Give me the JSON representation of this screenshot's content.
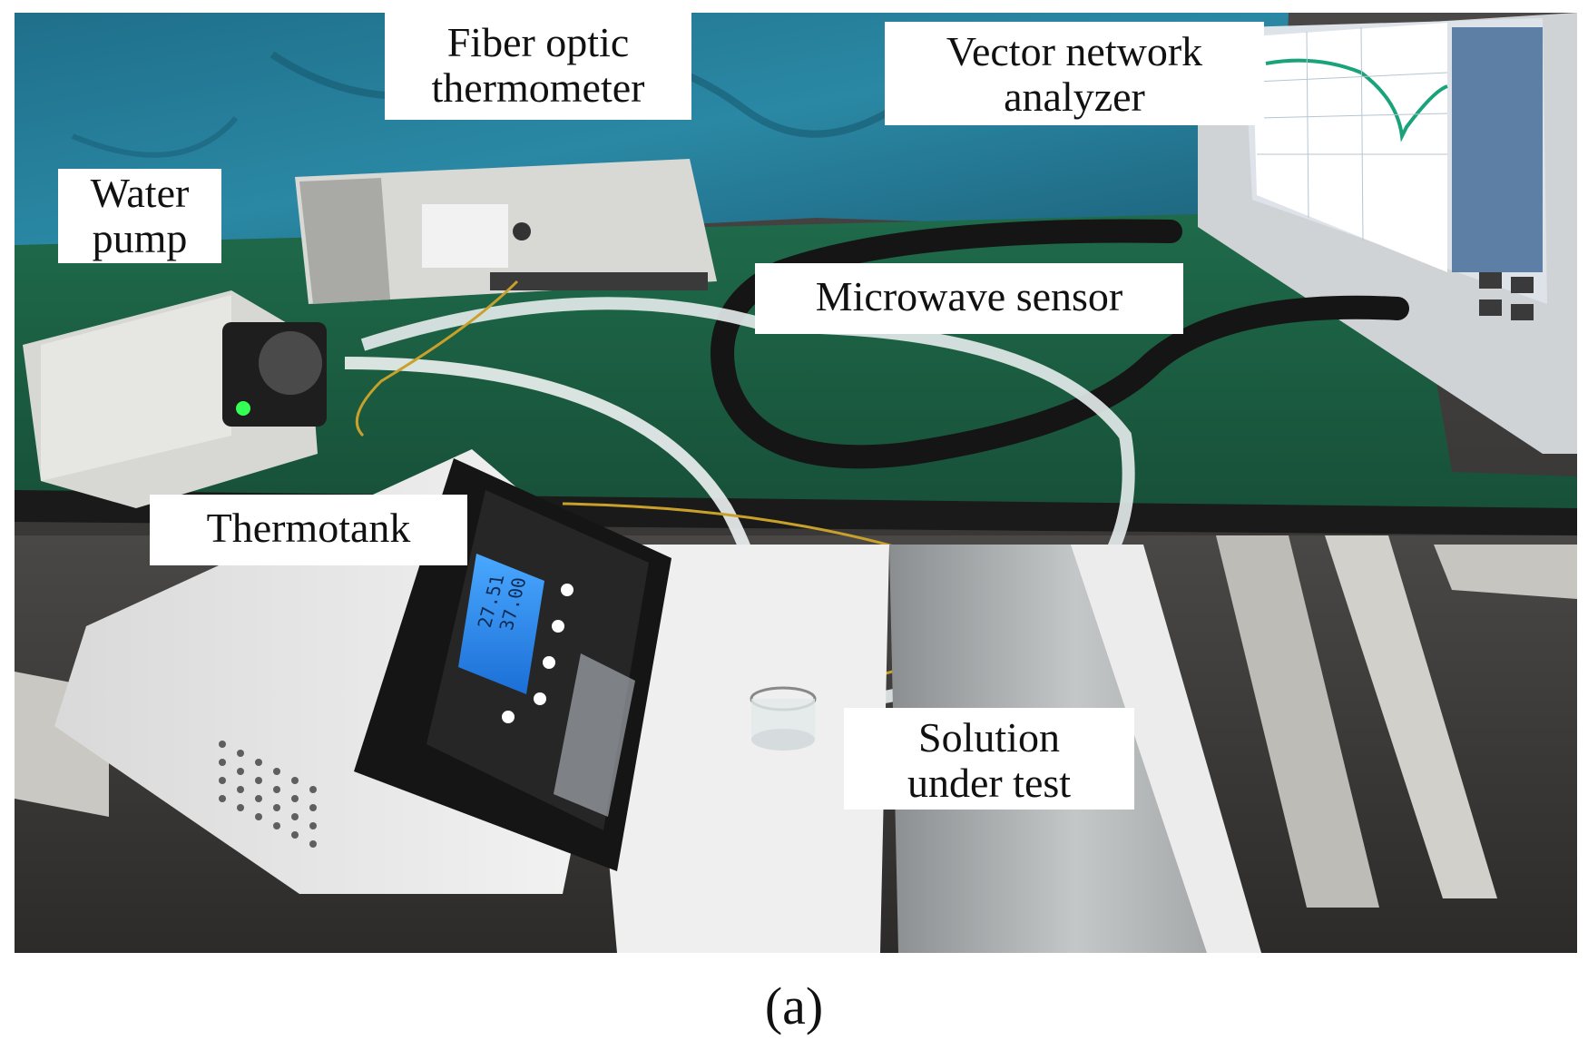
{
  "labels": {
    "fiber_optic": {
      "line1": "Fiber optic",
      "line2": "thermometer"
    },
    "vna": {
      "line1": "Vector network",
      "line2": "analyzer"
    },
    "water_pump": {
      "line1": "Water",
      "line2": "pump"
    },
    "microwave_sensor": "Microwave sensor",
    "thermotank": "Thermotank",
    "solution": {
      "line1": "Solution",
      "line2": "under test"
    }
  },
  "thermotank_display": {
    "line1": "27.51",
    "line2": "37.00"
  },
  "caption": "(a)"
}
